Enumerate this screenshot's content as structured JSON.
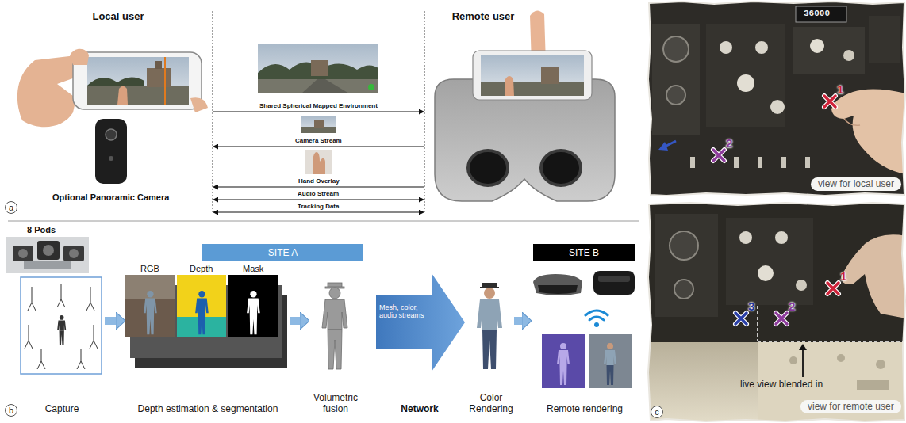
{
  "diagram": {
    "nodes": [
      {
        "text": [
          "Local user"
        ]
      },
      {
        "text": [
          "Remote user"
        ]
      },
      {
        "text": [
          "a"
        ]
      },
      {
        "text": [
          "Capture"
        ]
      },
      {
        "text": [
          "SITE A"
        ]
      },
      {
        "text": [
          "Depth estimation & segmentation"
        ]
      },
      {
        "text": [
          "Volumetric fusion"
        ]
      },
      {
        "text": [
          "Mesh, color, audio streams",
          "Network"
        ]
      },
      {
        "text": [
          "SITE B"
        ]
      },
      {
        "text": [
          "Color Rendering"
        ]
      },
      {
        "text": [
          "Remote rendering"
        ]
      },
      {
        "text": [
          "b"
        ]
      },
      {
        "text": [
          "view for local user"
        ]
      },
      {
        "text": [
          "view for remote user"
        ]
      },
      {
        "text": [
          "c"
        ]
      }
    ],
    "edges": [
      {
        "from": 0,
        "to": 1,
        "label": "Shared Spherical Mapped Environment",
        "arrow": "to"
      },
      {
        "from": 1,
        "to": 0,
        "label": "Camera Stream",
        "arrow": "to"
      },
      {
        "from": 1,
        "to": 0,
        "label": "Hand Overlay",
        "arrow": "to"
      },
      {
        "from": 0,
        "to": 1,
        "label": "Audio Stream",
        "arrow": "both"
      },
      {
        "from": 0,
        "to": 1,
        "label": "Tracking Data",
        "arrow": "both"
      },
      {
        "from": 3,
        "to": 5,
        "arrow": "to"
      },
      {
        "from": 5,
        "to": 6,
        "arrow": "to"
      },
      {
        "from": 9,
        "to": 10,
        "arrow": "to"
      }
    ],
    "labels": [
      "Optional Panoramic Camera",
      "8 Pods",
      "RGB",
      "Depth",
      "Mask",
      "36000",
      "1",
      "2",
      "1",
      "2",
      "3",
      "live view blended in"
    ]
  }
}
